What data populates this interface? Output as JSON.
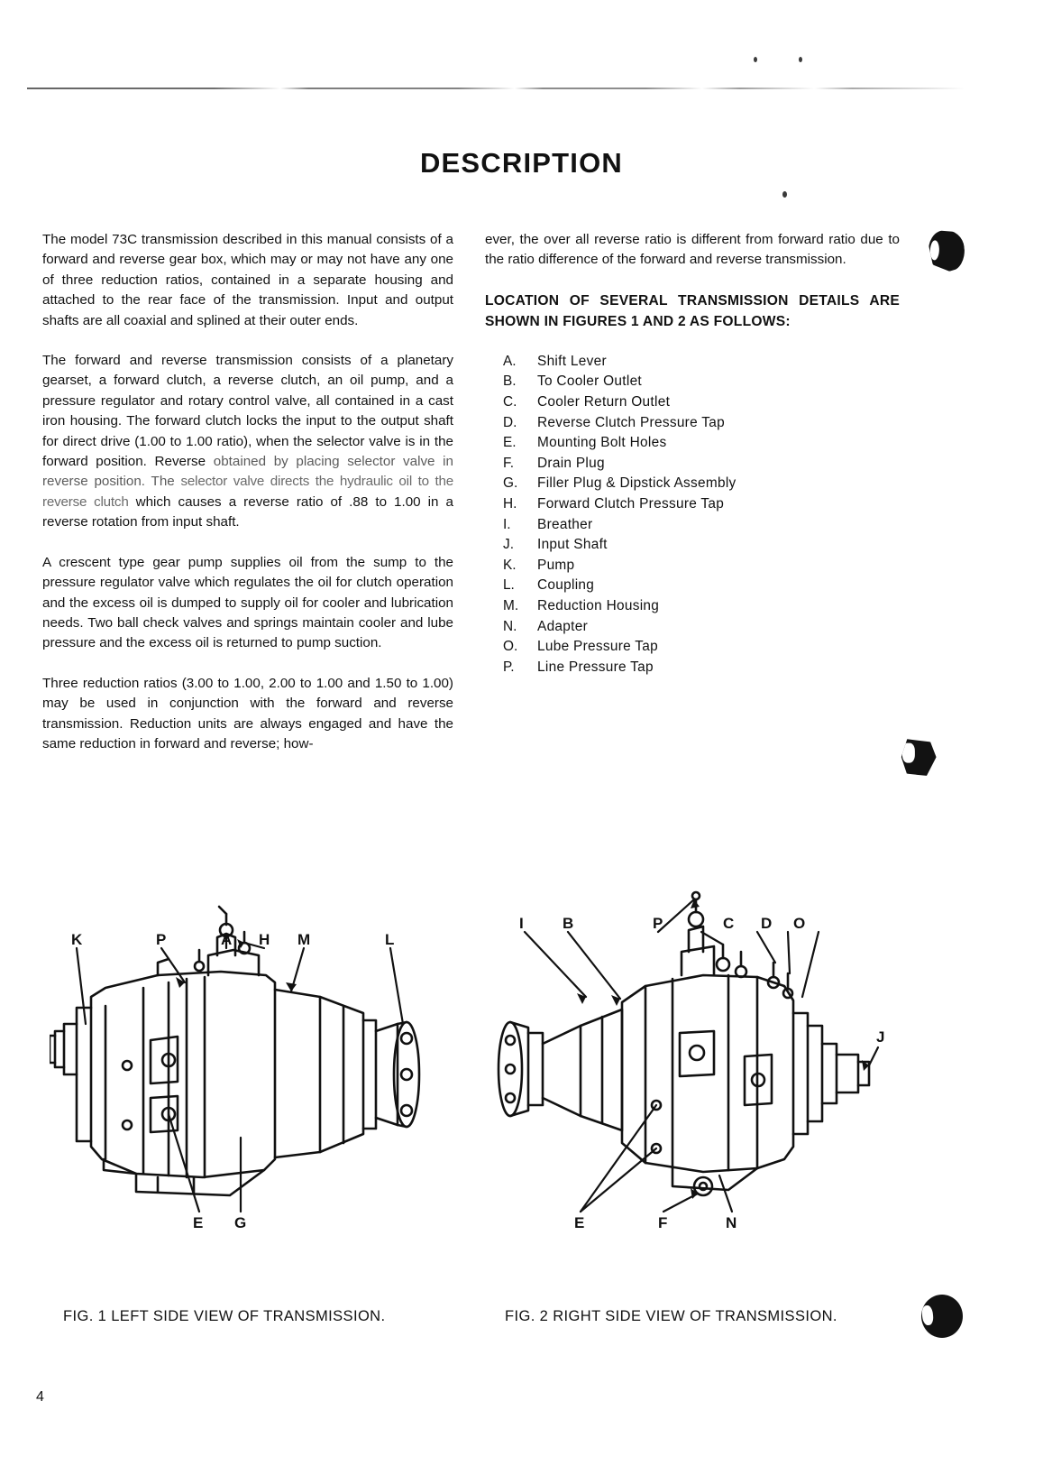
{
  "document": {
    "title": "DESCRIPTION",
    "page_number": "4"
  },
  "left_column": {
    "paragraphs": [
      "The model 73C transmission described in this manual consists of a forward and reverse gear box, which may or may not have any one of three reduction ratios, contained in a separate housing and attached to the rear face of the transmission. Input and output shafts are all coaxial and splined at their outer ends.",
      "The forward and reverse transmission consists of a planetary gearset, a forward clutch, a reverse clutch, an oil pump, and a pressure regulator and rotary control valve, all contained in a cast iron housing.  The forward clutch locks the input to the output shaft for direct drive (1.00 to 1.00 ratio), when the selector valve is in the forward position. Reverse",
      "A crescent type gear pump supplies oil from the sump to the pressure regulator valve which regulates the oil for clutch operation and the excess oil is dumped to supply oil for cooler and lubrication needs.  Two ball check valves and springs maintain cooler and lube pressure and the excess oil is returned to pump suction.",
      "Three reduction ratios (3.00 to 1.00, 2.00 to 1.00 and 1.50 to 1.00) may be used in conjunction with the forward and reverse transmission.  Reduction units are always engaged and have the same reduction in forward and reverse; how-"
    ],
    "faded_lines": [
      "obtained by placing selector valve in reverse position. The",
      "selector valve directs the hydraulic oil to the reverse clutch",
      "which causes a reverse ratio of .88 to 1.00 in a reverse rotation from input shaft."
    ]
  },
  "right_column": {
    "intro_paragraph": "ever, the over all reverse ratio is different from forward ratio due to the ratio difference of the forward and reverse transmission.",
    "subheading": "LOCATION OF SEVERAL TRANSMISSION DETAILS ARE SHOWN IN FIGURES 1 AND 2 AS FOLLOWS:",
    "details": [
      {
        "key": "A.",
        "label": "Shift Lever"
      },
      {
        "key": "B.",
        "label": "To Cooler Outlet"
      },
      {
        "key": "C.",
        "label": "Cooler Return Outlet"
      },
      {
        "key": "D.",
        "label": "Reverse Clutch Pressure Tap"
      },
      {
        "key": "E.",
        "label": "Mounting Bolt Holes"
      },
      {
        "key": "F.",
        "label": "Drain Plug"
      },
      {
        "key": "G.",
        "label": "Filler Plug & Dipstick Assembly"
      },
      {
        "key": "H.",
        "label": "Forward Clutch Pressure Tap"
      },
      {
        "key": "I.",
        "label": "Breather"
      },
      {
        "key": "J.",
        "label": "Input Shaft"
      },
      {
        "key": "K.",
        "label": "Pump"
      },
      {
        "key": "L.",
        "label": "Coupling"
      },
      {
        "key": "M.",
        "label": "Reduction Housing"
      },
      {
        "key": "N.",
        "label": "Adapter"
      },
      {
        "key": "O.",
        "label": "Lube Pressure Tap"
      },
      {
        "key": "P.",
        "label": "Line Pressure Tap"
      }
    ]
  },
  "figures": [
    {
      "id": "fig-1",
      "caption": "FIG. 1  LEFT SIDE VIEW OF TRANSMISSION.",
      "callouts_top": [
        "K",
        "P",
        "A",
        "H",
        "M",
        "L"
      ],
      "callouts_bottom": [
        "E",
        "G"
      ]
    },
    {
      "id": "fig-2",
      "caption": "FIG. 2  RIGHT SIDE VIEW OF TRANSMISSION.",
      "callouts_top": [
        "I",
        "B",
        "P",
        "C",
        "D",
        "O"
      ],
      "callouts_right": [
        "J"
      ],
      "callouts_bottom": [
        "E",
        "F",
        "N"
      ]
    }
  ]
}
